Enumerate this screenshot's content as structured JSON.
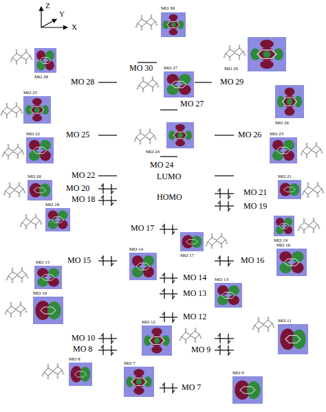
{
  "diagram": {
    "labels": [
      "Z",
      "X",
      "Y",
      "MO 30",
      "MO 30",
      "MO 28",
      "MO 29",
      "MO 28",
      "MO 27",
      "MO 29",
      "MO 27",
      "MO 25",
      "MO 26",
      "MO 25",
      "MO 26",
      "MO 24",
      "MO 24",
      "MO 22",
      "MO 23",
      "LUMO",
      "MO 22",
      "MO 20",
      "MO 21",
      "MO 20",
      "HOMO",
      "MO 21",
      "MO 18",
      "MO 18",
      "MO 19",
      "MO 19",
      "MO 17",
      "MO 17",
      "MO 14",
      "MO 15",
      "MO 16",
      "MO 15",
      "MO 16",
      "MO 14",
      "MO 13",
      "MO 13",
      "MO 10",
      "MO 12",
      "MO 11",
      "MO 10",
      "MO 8",
      "MO 9",
      "MO 12",
      "MO 8",
      "MO 7",
      "MO 9",
      "MO 7"
    ]
  }
}
